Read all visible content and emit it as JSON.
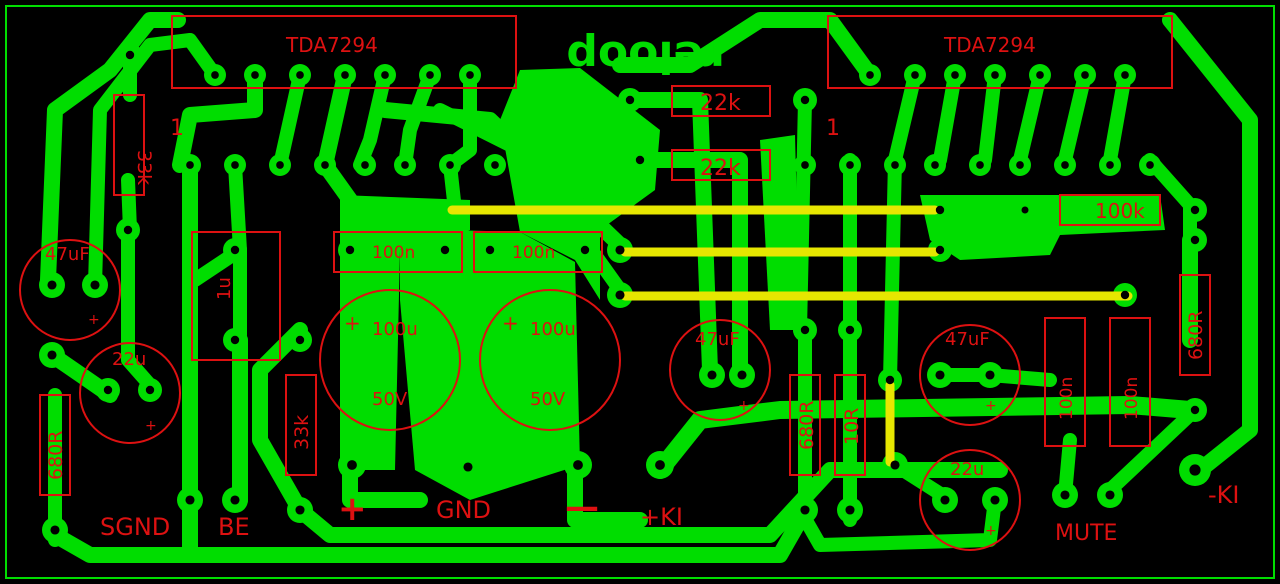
{
  "board": {
    "colors": {
      "background": "#000000",
      "copper": "#00dd00",
      "silkscreen": "#dd1111",
      "jumper": "#e6e600"
    },
    "brand": "reloop",
    "ics": [
      "TDA7294",
      "TDA7294"
    ],
    "pin1": [
      "1",
      "1"
    ],
    "resistors": {
      "r33k_a": "33k",
      "r33k_b": "33k",
      "r22k_a": "22k",
      "r22k_b": "22k",
      "r100k": "100k",
      "r680_a": "680R",
      "r680_b": "680R",
      "r680_c": "680R",
      "r10": "10R"
    },
    "capacitors": {
      "c47_a": "47uF",
      "c47_b": "47uF",
      "c47_c": "47uF",
      "c22_a": "22u",
      "c22_b": "22u",
      "c100_a": "100u",
      "c100_b": "100u",
      "v_a": "50V",
      "v_b": "50V",
      "c1u": "1u",
      "c100n_a": "100n",
      "c100n_b": "100n",
      "c100n_c": "100n",
      "c100n_d": "100n",
      "plus": "+"
    },
    "labels": {
      "sgnd": "SGND",
      "be": "BE",
      "plus": "+",
      "gnd": "GND",
      "minus": "—",
      "plus_ki": "+KI",
      "minus_ki": "-KI",
      "mute": "MUTE"
    }
  }
}
